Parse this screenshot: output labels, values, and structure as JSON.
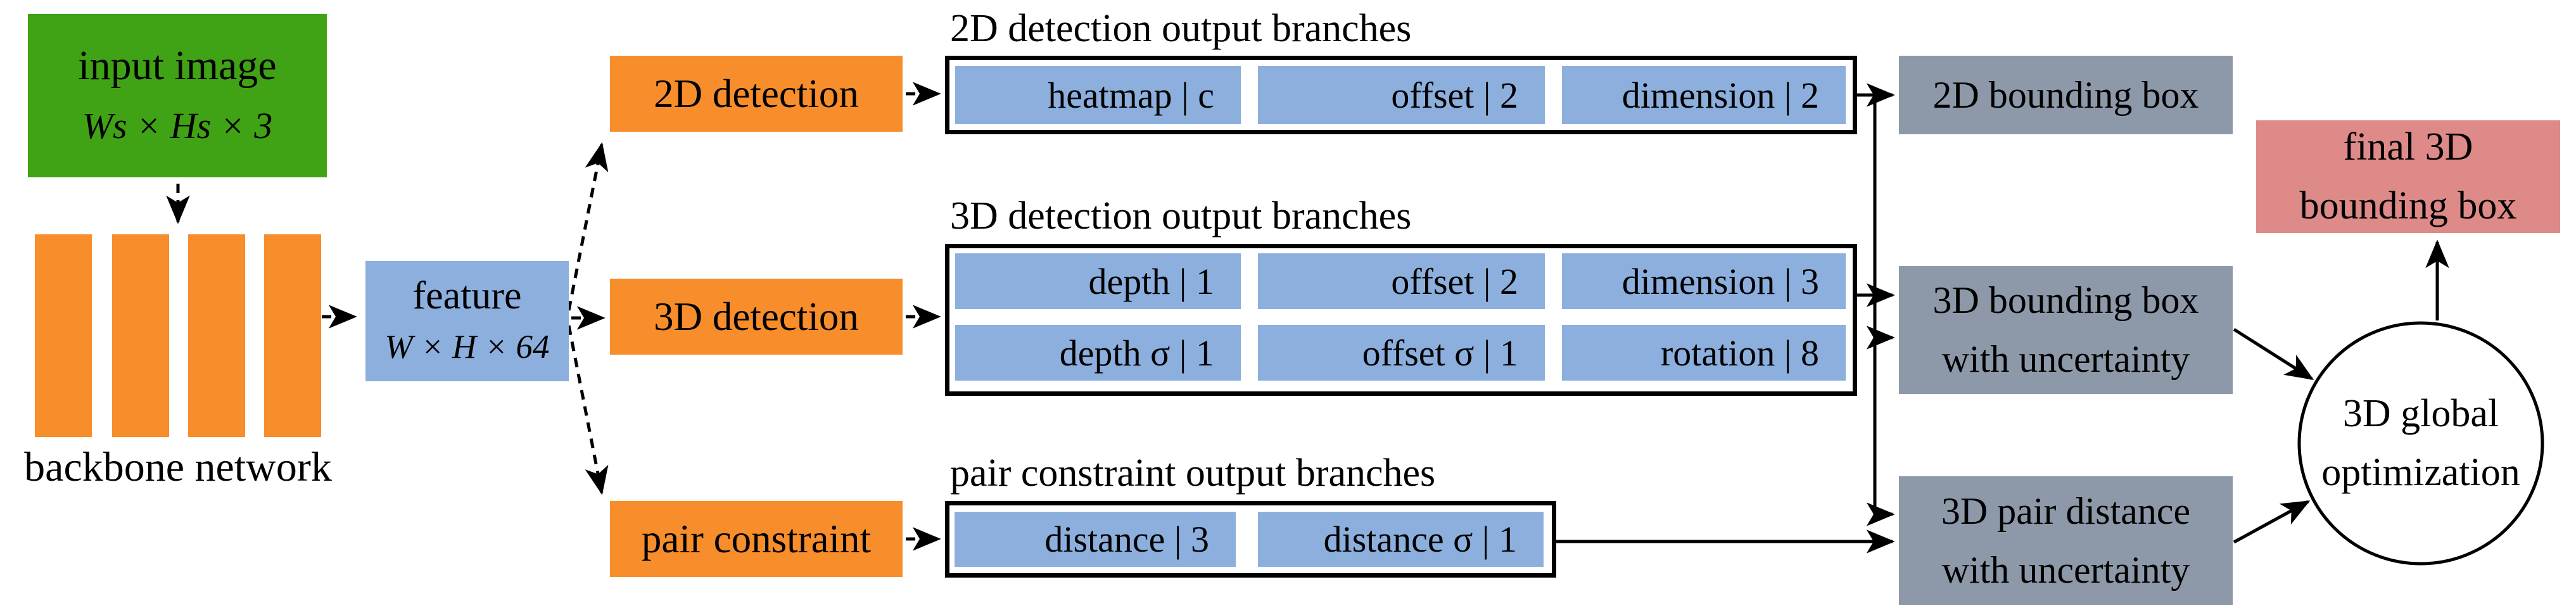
{
  "figure": {
    "input_image": {
      "label": "input image",
      "dims": "Ws × Hs × 3"
    },
    "backbone": {
      "label": "backbone network"
    },
    "feature": {
      "label": "feature",
      "dims": "W × H × 64"
    },
    "heads": {
      "det2d": "2D detection",
      "det3d": "3D detection",
      "pair": "pair constraint"
    },
    "groups": {
      "g2d": {
        "title": "2D detection output branches",
        "cells": [
          "heatmap | c",
          "offset | 2",
          "dimension | 2"
        ]
      },
      "g3d": {
        "title": "3D detection output branches",
        "row1": [
          "depth | 1",
          "offset | 2",
          "dimension | 3"
        ],
        "row2": [
          "depth σ | 1",
          "offset σ | 1",
          "rotation | 8"
        ]
      },
      "gpair": {
        "title": "pair constraint output branches",
        "cells": [
          "distance | 3",
          "distance σ | 1"
        ]
      }
    },
    "outputs": {
      "box2d": {
        "line1": "2D bounding box"
      },
      "box3d": {
        "line1": "3D bounding box",
        "line2": "with uncertainty"
      },
      "pairdist": {
        "line1": "3D pair distance",
        "line2": "with uncertainty"
      }
    },
    "optimizer": {
      "line1": "3D global",
      "line2": "optimization"
    },
    "final_box": {
      "line1": "final 3D",
      "line2": "bounding box"
    },
    "colors": {
      "input_green": "#3fa315",
      "block_orange": "#f78d2b",
      "branch_blue": "#8cafdd",
      "output_gray": "#8d99a8",
      "final_pink": "#dd8a88",
      "wire_black": "#000000"
    }
  }
}
